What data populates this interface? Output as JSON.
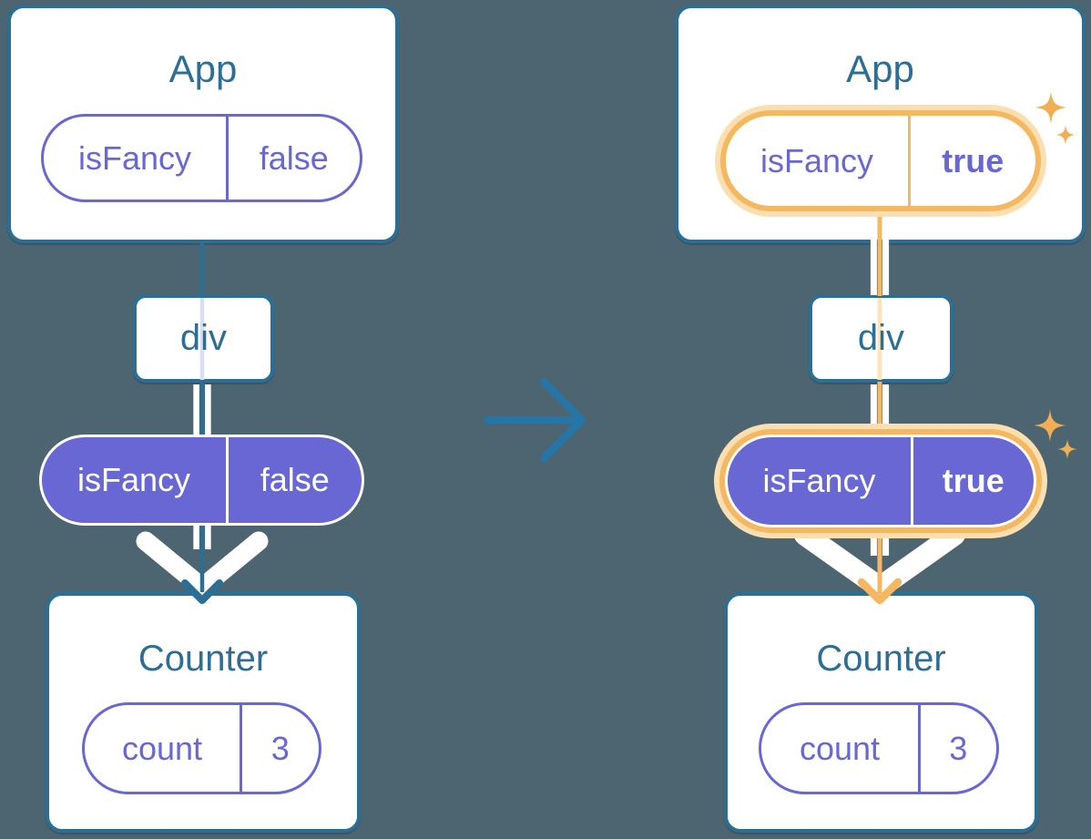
{
  "figure": {
    "description": "Component tree diagram: App passes isFancy state down through div to Counter; left shows isFancy=false, right shows isFancy=true highlighted",
    "background_color": "#4D6571",
    "colors": {
      "component_border": "#2B7094",
      "component_title": "#2C6E95",
      "state_purple": "#6867D4",
      "highlight_orange": "#F5B860",
      "highlight_glow": "#FBDFB0",
      "faded_wire_left": "#D9DFF3",
      "faded_wire_right": "#FBE3BF",
      "transition_arrow": "#2576A8"
    },
    "before": {
      "root": {
        "title": "App",
        "state_key": "isFancy",
        "state_value": "false"
      },
      "middle": {
        "title": "div"
      },
      "prop": {
        "key": "isFancy",
        "value": "false"
      },
      "leaf": {
        "title": "Counter",
        "state_key": "count",
        "state_value": "3"
      }
    },
    "after": {
      "root": {
        "title": "App",
        "state_key": "isFancy",
        "state_value": "true"
      },
      "middle": {
        "title": "div"
      },
      "prop": {
        "key": "isFancy",
        "value": "true"
      },
      "leaf": {
        "title": "Counter",
        "state_key": "count",
        "state_value": "3"
      }
    }
  }
}
